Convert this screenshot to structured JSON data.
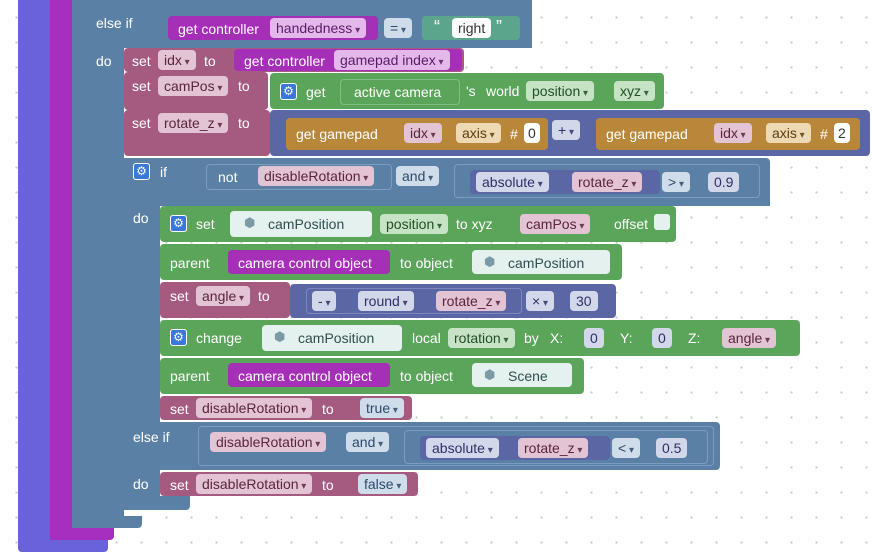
{
  "colors": {
    "control": "#5b80a5",
    "controller": "#a52fb6",
    "variable": "#a55b80",
    "sensor": "#6f9fd0",
    "math": "#5b67a5",
    "gamepad": "#b8873a",
    "scene": "#5ba55b",
    "logic": "#5b80a5",
    "text": "#5ba58c",
    "bool": "#5b80a5",
    "outer_purple": "#6a62d8",
    "outer_magenta": "#a62fc0"
  },
  "blocks": {
    "else_if_1": {
      "keyword": "else if",
      "get_controller": "get controller",
      "handedness": "handedness",
      "op": "=",
      "quote_open": "“",
      "value": "right",
      "quote_close": "”"
    },
    "do_1": "do",
    "set_idx": {
      "set": "set",
      "var": "idx",
      "to": "to",
      "get_controller": "get controller",
      "field": "gamepad index"
    },
    "set_campos": {
      "set": "set",
      "var": "camPos",
      "to": "to",
      "get": "get",
      "object": "active camera",
      "possessive": "'s",
      "world": "world",
      "prop": "position",
      "axes": "xyz"
    },
    "set_rotate": {
      "set": "set",
      "var": "rotate_z",
      "to": "to",
      "get_gamepad_1": "get gamepad",
      "idx_1": "idx",
      "axis_1": "axis",
      "hash_1": "#",
      "num_1": "0",
      "plus": "+",
      "get_gamepad_2": "get gamepad",
      "idx_2": "idx",
      "axis_2": "axis",
      "hash_2": "#",
      "num_2": "2"
    },
    "if_2": {
      "if": "if",
      "not": "not",
      "var": "disableRotation",
      "and": "and",
      "absolute": "absolute",
      "arg": "rotate_z",
      "op": ">",
      "num": "0.9"
    },
    "do_2": "do",
    "set_campos_pos": {
      "set": "set",
      "object": "camPosition",
      "prop": "position",
      "to_xyz": "to xyz",
      "var": "camPos",
      "offset": "offset"
    },
    "parent_1": {
      "parent": "parent",
      "child": "camera control object",
      "to_object": "to object",
      "object": "camPosition"
    },
    "set_angle": {
      "set": "set",
      "var": "angle",
      "to": "to",
      "neg": "-",
      "round": "round",
      "arg": "rotate_z",
      "mul": "×",
      "num": "30"
    },
    "change_rot": {
      "change": "change",
      "object": "camPosition",
      "local": "local",
      "prop": "rotation",
      "by": "by",
      "x_lbl": "X:",
      "x": "0",
      "y_lbl": "Y:",
      "y": "0",
      "z_lbl": "Z:",
      "z": "angle"
    },
    "parent_2": {
      "parent": "parent",
      "child": "camera control object",
      "to_object": "to object",
      "object": "Scene"
    },
    "set_disable_true": {
      "set": "set",
      "var": "disableRotation",
      "to": "to",
      "value": "true"
    },
    "else_if_2": {
      "keyword": "else if",
      "var": "disableRotation",
      "and": "and",
      "absolute": "absolute",
      "arg": "rotate_z",
      "op": "<",
      "num": "0.5"
    },
    "do_3": "do",
    "set_disable_false": {
      "set": "set",
      "var": "disableRotation",
      "to": "to",
      "value": "false"
    }
  }
}
